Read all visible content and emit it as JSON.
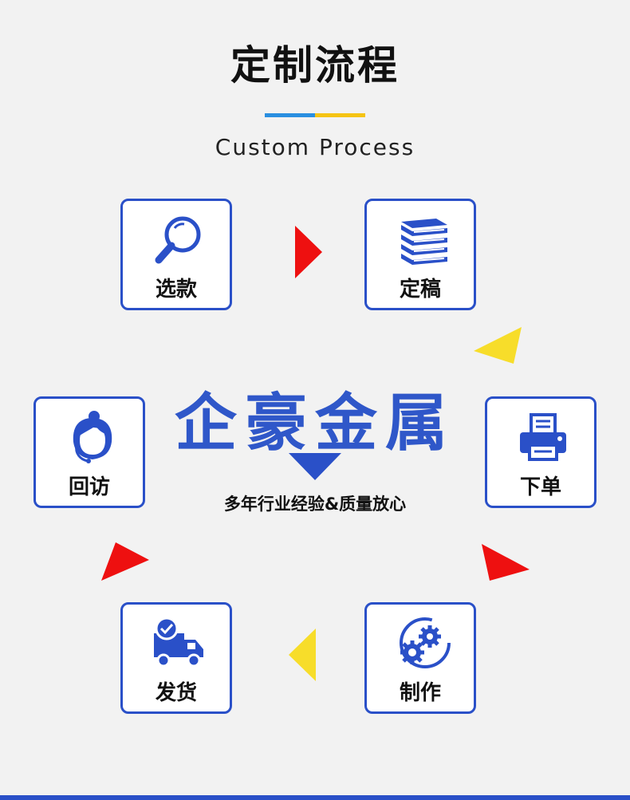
{
  "header": {
    "title": "定制流程",
    "subtitle": "Custom Process"
  },
  "center": {
    "brand": "企豪金属",
    "slogan": "多年行业经验&质量放心"
  },
  "steps": [
    {
      "label": "选款",
      "icon": "magnifier-icon"
    },
    {
      "label": "定稿",
      "icon": "stacked-books-icon"
    },
    {
      "label": "下单",
      "icon": "printer-icon"
    },
    {
      "label": "制作",
      "icon": "gears-icon"
    },
    {
      "label": "发货",
      "icon": "delivery-truck-icon"
    },
    {
      "label": "回访",
      "icon": "customer-service-headset-icon"
    }
  ],
  "colors": {
    "accent_blue": "#2a50c8",
    "divider_blue": "#2a8fe0",
    "divider_yellow": "#f5c414",
    "arrow_red": "#ee1010",
    "arrow_yellow": "#f7dd2a",
    "background": "#f2f2f2"
  }
}
